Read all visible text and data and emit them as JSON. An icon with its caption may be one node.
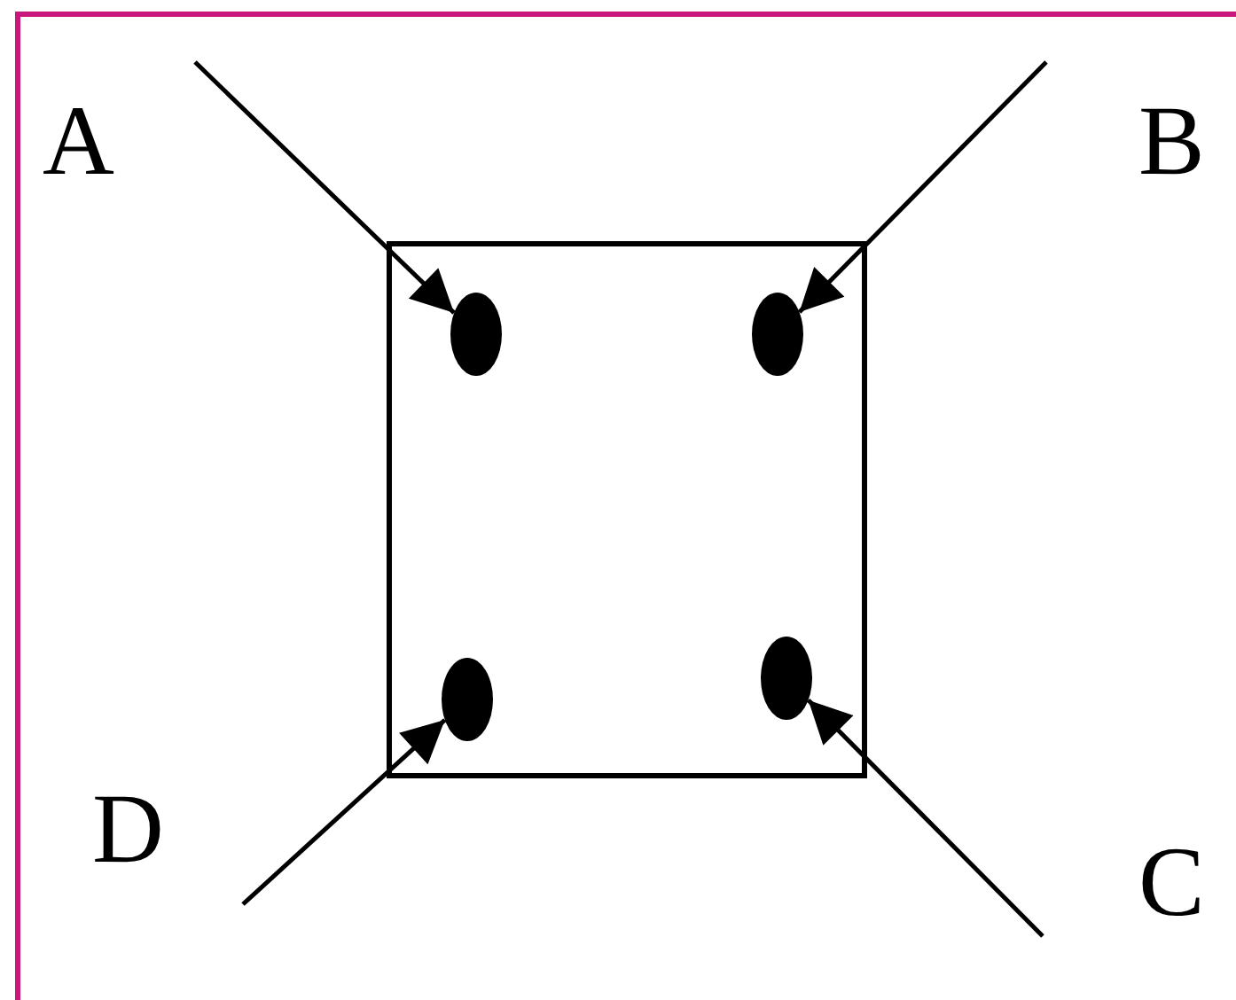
{
  "diagram": {
    "nodes": [
      {
        "text": [],
        "shape": "box"
      },
      {
        "text": [],
        "shape": "circle",
        "in": 0
      },
      {
        "text": [],
        "shape": "circle",
        "in": 0
      },
      {
        "text": [],
        "shape": "circle",
        "in": 0
      },
      {
        "text": [],
        "shape": "circle",
        "in": 0
      }
    ],
    "edges": [
      {
        "from": null,
        "to": 1,
        "arrow": "to"
      },
      {
        "from": null,
        "to": 2,
        "arrow": "to"
      },
      {
        "from": null,
        "to": 4,
        "arrow": "to"
      },
      {
        "from": null,
        "to": 3,
        "arrow": "to"
      }
    ],
    "labels": [
      "A",
      "B",
      "D",
      "C"
    ]
  }
}
